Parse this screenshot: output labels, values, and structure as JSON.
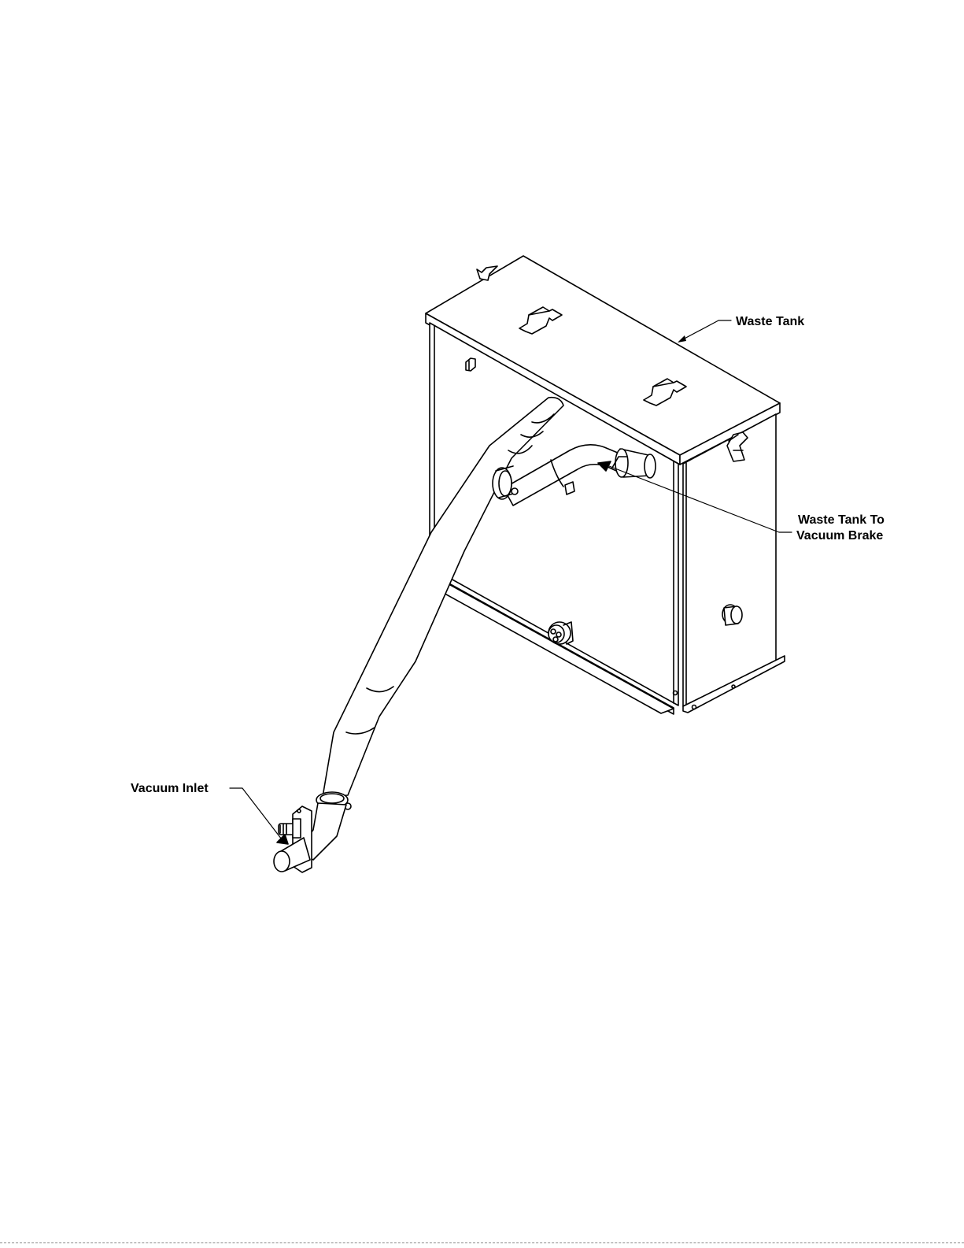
{
  "diagram": {
    "callouts": {
      "waste_tank": "Waste Tank",
      "waste_tank_to_vacuum_brake_line1": "Waste Tank To",
      "waste_tank_to_vacuum_brake_line2": "Vacuum Brake",
      "vacuum_inlet": "Vacuum Inlet"
    },
    "colors": {
      "line": "#000000",
      "background": "#ffffff",
      "shade": "#d8d8d8"
    }
  }
}
